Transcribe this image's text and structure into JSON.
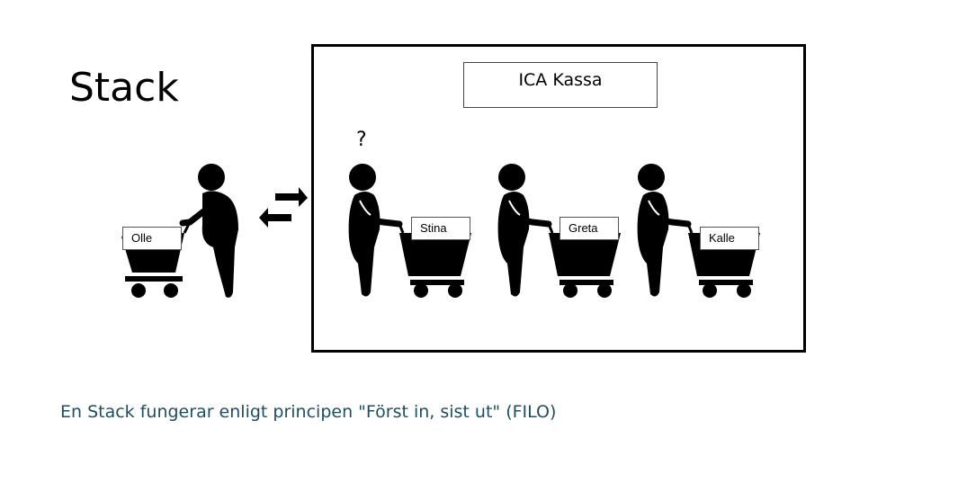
{
  "slide": {
    "title": "Stack",
    "caption": "En Stack fungerar enligt principen \"Först in, sist ut\" (FILO)"
  },
  "store": {
    "register_label": "ICA Kassa",
    "question_mark": "?"
  },
  "outside_shopper": {
    "name": "Olle"
  },
  "queue": [
    {
      "name": "Stina"
    },
    {
      "name": "Greta"
    },
    {
      "name": "Kalle"
    }
  ],
  "icons": {
    "person": "person-with-cart-icon",
    "push_pop": "bidirectional-arrows-icon"
  },
  "colors": {
    "caption": "#1f4e60",
    "figure": "#000000"
  }
}
